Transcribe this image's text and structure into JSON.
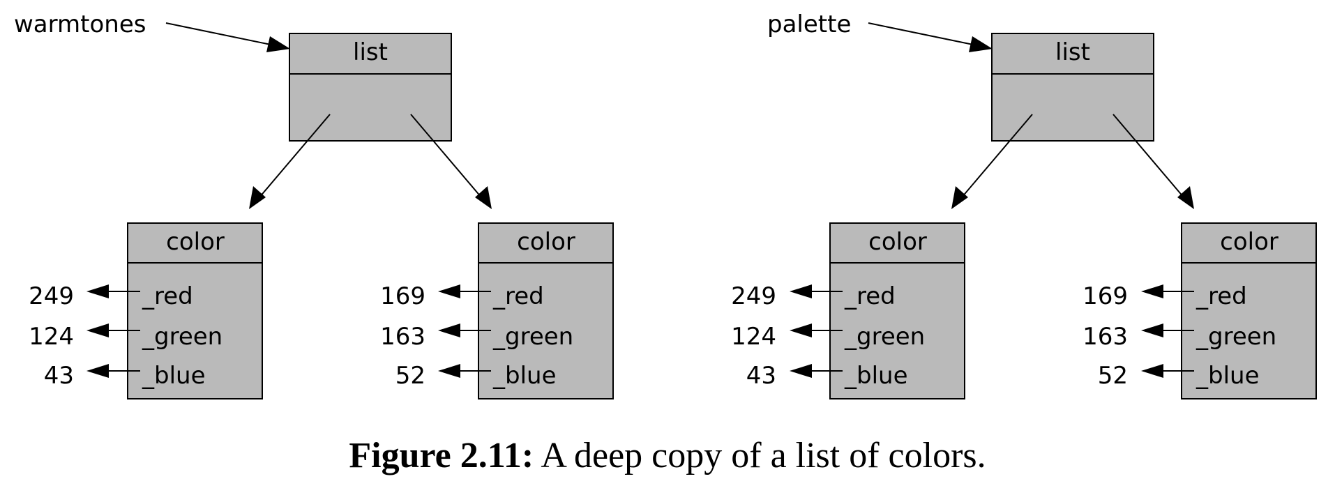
{
  "copies": [
    {
      "variable": "warmtones",
      "list_label": "list",
      "colors": [
        {
          "label": "color",
          "fields": [
            {
              "name": "_red",
              "value": "249"
            },
            {
              "name": "_green",
              "value": "124"
            },
            {
              "name": "_blue",
              "value": "43"
            }
          ]
        },
        {
          "label": "color",
          "fields": [
            {
              "name": "_red",
              "value": "169"
            },
            {
              "name": "_green",
              "value": "163"
            },
            {
              "name": "_blue",
              "value": "52"
            }
          ]
        }
      ]
    },
    {
      "variable": "palette",
      "list_label": "list",
      "colors": [
        {
          "label": "color",
          "fields": [
            {
              "name": "_red",
              "value": "249"
            },
            {
              "name": "_green",
              "value": "124"
            },
            {
              "name": "_blue",
              "value": "43"
            }
          ]
        },
        {
          "label": "color",
          "fields": [
            {
              "name": "_red",
              "value": "169"
            },
            {
              "name": "_green",
              "value": "163"
            },
            {
              "name": "_blue",
              "value": "52"
            }
          ]
        }
      ]
    }
  ],
  "caption": {
    "label": "Figure 2.11:",
    "text": "A deep copy of a list of colors."
  }
}
